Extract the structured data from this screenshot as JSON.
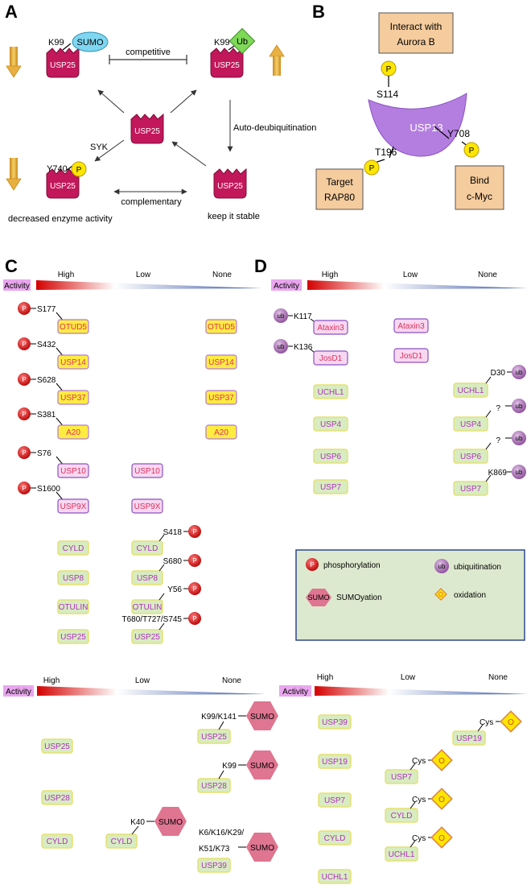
{
  "panels": {
    "A": {
      "letter": "A",
      "sumo_site": "K99",
      "sumo_label": "SUMO",
      "ub_site": "K99",
      "ub_label": "Ub",
      "enzyme": "USP25",
      "competitive": "competitive",
      "auto_deub": "Auto-deubiquitination",
      "syk": "SYK",
      "y740_site": "Y740",
      "p_label": "P",
      "complementary": "complementary",
      "decreased": "decreased enzyme activity",
      "keep_stable": "keep it stable"
    },
    "B": {
      "letter": "B",
      "aurora": [
        "Interact with",
        "Aurora B"
      ],
      "s114": "S114",
      "usp13": "USP13",
      "y708": "Y708",
      "t196": "T196",
      "target": [
        "Target",
        "RAP80"
      ],
      "bind": [
        "Bind",
        "c-Myc"
      ],
      "p_label": "P"
    },
    "C": {
      "letter": "C",
      "activity_label": "Activity",
      "levels": [
        "High",
        "Low",
        "None"
      ],
      "high_rows": [
        {
          "site": "S177",
          "name": "OTUD5"
        },
        {
          "site": "S432",
          "name": "USP14"
        },
        {
          "site": "S628",
          "name": "USP37"
        },
        {
          "site": "S381",
          "name": "A20"
        },
        {
          "site": "S76",
          "name": "USP10"
        },
        {
          "site": "S1600",
          "name": "USP9X"
        }
      ],
      "none_boxes": [
        "OTUD5",
        "USP14",
        "USP37",
        "A20"
      ],
      "low_boxes_top": [
        "USP10",
        "USP9X"
      ],
      "high_green": [
        "CYLD",
        "USP8",
        "OTULIN",
        "USP25"
      ],
      "low_rows": [
        {
          "site": "S418",
          "name": "CYLD"
        },
        {
          "site": "S680",
          "name": "USP8"
        },
        {
          "site": "Y56",
          "name": "OTULIN"
        },
        {
          "site": "T680/T727/S745",
          "name": "USP25"
        }
      ],
      "p_label": "P"
    },
    "D": {
      "letter": "D",
      "activity_label": "Activity",
      "levels": [
        "High",
        "Low",
        "None"
      ],
      "ub_rows": [
        {
          "site": "K117",
          "name": "Ataxin3"
        },
        {
          "site": "K136",
          "name": "JosD1"
        }
      ],
      "low_boxes": [
        "Ataxin3",
        "JosD1"
      ],
      "high_green": [
        "UCHL1",
        "USP4",
        "USP6",
        "USP7"
      ],
      "none_rows": [
        {
          "site": "D30",
          "name": "UCHL1"
        },
        {
          "site": "?",
          "name": "USP4"
        },
        {
          "site": "?",
          "name": "USP6"
        },
        {
          "site": "K869",
          "name": "USP7"
        }
      ],
      "ub_label": "ub",
      "legend": {
        "phosphorylation": "phosphorylation",
        "ubiquitination": "ubiquitination",
        "sumo": "SUMO",
        "sumoylation": "SUMOyation",
        "oxidation": "oxidation",
        "p_label": "P",
        "ub_label": "ub"
      }
    },
    "E": {
      "activity_label": "Activity",
      "levels": [
        "High",
        "Low",
        "None"
      ],
      "high_boxes": [
        "USP25",
        "USP28",
        "CYLD"
      ],
      "none_rows": [
        {
          "site": "K99/K141",
          "name": "USP25"
        },
        {
          "site": "K99",
          "name": "USP28"
        }
      ],
      "low_row": {
        "site": "K40",
        "name": "CYLD"
      },
      "multi_site": [
        "K6/K16/K29/",
        "K51/K73"
      ],
      "multi_name": "USP39",
      "sumo_label": "SUMO"
    },
    "F": {
      "activity_label": "Activity",
      "levels": [
        "High",
        "Low",
        "None"
      ],
      "high_boxes": [
        "USP39",
        "USP19",
        "USP7",
        "CYLD",
        "UCHL1"
      ],
      "ox_rows": [
        {
          "site": "Cys",
          "name": "USP19"
        },
        {
          "site": "Cys",
          "name": "USP7"
        },
        {
          "site": "Cys",
          "name": "CYLD"
        },
        {
          "site": "Cys",
          "name": "UCHL1"
        }
      ],
      "ox_label": "O"
    }
  },
  "colors": {
    "usp25_magenta": "#c2175b",
    "sumo_blue": "#7fd6f0",
    "ub_green": "#7ed957",
    "phospho_yellow": "#ffe600",
    "arrow_orange": "#e8b040",
    "usp13_purple": "#b47ee0",
    "tan_box": "#f5cc9e",
    "red_phospho": "#d01818",
    "ub_purple": "#a66cb0",
    "sumo_pink": "#df7590",
    "yellow_box": "#ffec40",
    "pink_box": "#f8d7f1",
    "green_box": "#d8ecc2",
    "gradient_red": "#d40000",
    "gradient_blue": "#3a56a8"
  }
}
